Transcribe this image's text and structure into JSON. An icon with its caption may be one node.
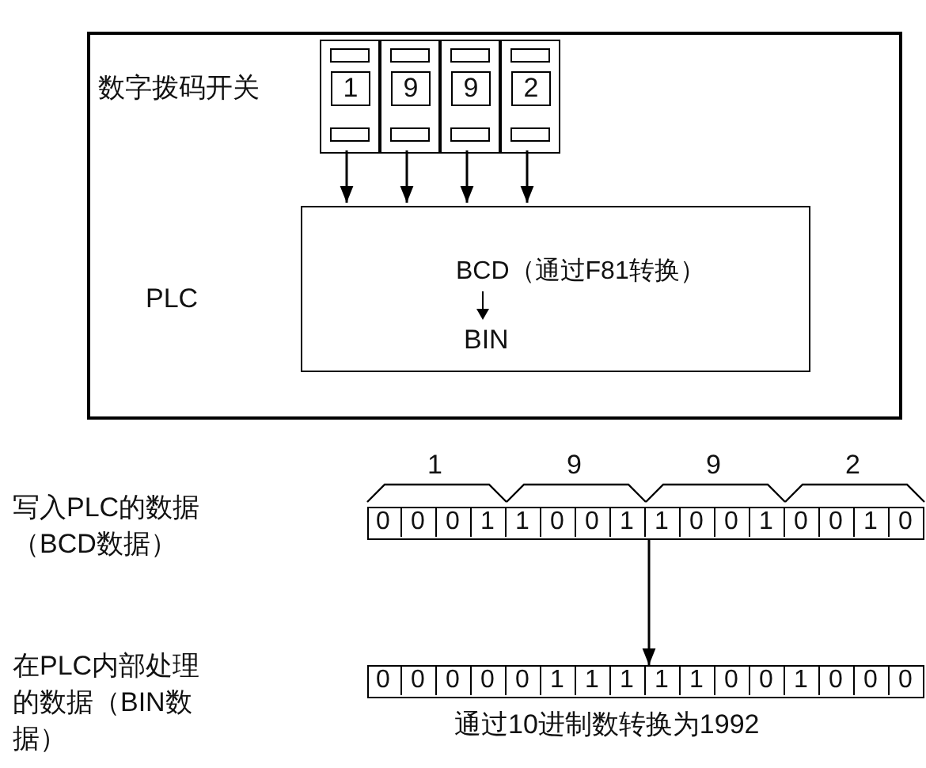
{
  "diagram": {
    "nodes": [
      {
        "text": [],
        "shape": "box"
      },
      {
        "text": [
          "1"
        ],
        "in": 0
      },
      {
        "text": [
          "9"
        ],
        "in": 0
      },
      {
        "text": [
          "9"
        ],
        "in": 0
      },
      {
        "text": [
          "2"
        ],
        "in": 0
      },
      {
        "text": [
          "BCD（通过F81转换）",
          "BIN"
        ],
        "in": 0,
        "beside": [
          "PLC"
        ]
      },
      {
        "text": [],
        "shape": "bar"
      },
      {
        "text": [],
        "shape": "bar",
        "beside": [
          "通过10进制数转换为1992"
        ]
      }
    ],
    "edges": [
      {
        "from": 1,
        "to": 5,
        "arrow": "to"
      },
      {
        "from": 2,
        "to": 5,
        "arrow": "to"
      },
      {
        "from": 3,
        "to": 5,
        "arrow": "to"
      },
      {
        "from": 4,
        "to": 5,
        "arrow": "to"
      },
      {
        "from": 6,
        "to": 7,
        "arrow": "to"
      }
    ],
    "labels": [
      "数字拨码开关",
      "1",
      "9",
      "9",
      "2",
      "写入PLC的数据（BCD数据）",
      "0",
      "0",
      "0",
      "1",
      "1",
      "0",
      "0",
      "1",
      "1",
      "0",
      "0",
      "1",
      "0",
      "0",
      "1",
      "0",
      "在PLC内部处理的数据（BIN数据）",
      "0",
      "0",
      "0",
      "0",
      "0",
      "1",
      "1",
      "1",
      "1",
      "1",
      "0",
      "0",
      "1",
      "0",
      "0",
      "0"
    ]
  }
}
